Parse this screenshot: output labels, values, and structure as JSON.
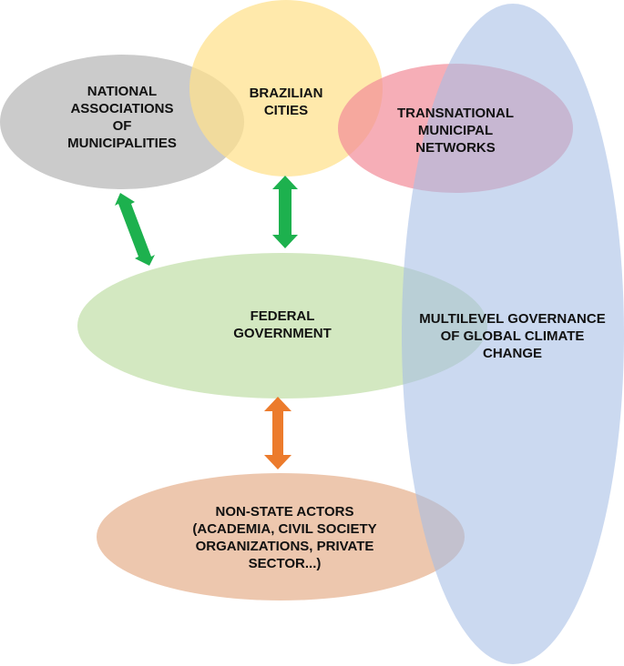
{
  "colors": {
    "background": "#ffffff",
    "text": "#111111",
    "national_fill": "#bfbfbf",
    "cities_fill": "#ffe08a",
    "transnational_fill": "#f28b99",
    "federal_fill": "#c9e3b3",
    "multilevel_fill": "#a6bde6",
    "nonstate_fill": "#e9b99a",
    "green_arrow": "#1db14e",
    "orange_arrow": "#ec7b2c"
  },
  "nodes": {
    "national": {
      "label": "NATIONAL\nASSOCIATIONS\nOF\nMUNICIPALITIES"
    },
    "cities": {
      "label": "BRAZILIAN\nCITIES"
    },
    "transnational": {
      "label": "TRANSNATIONAL\nMUNICIPAL\nNETWORKS"
    },
    "federal": {
      "label": "FEDERAL\nGOVERNMENT"
    },
    "multilevel": {
      "label": "MULTILEVEL GOVERNANCE\nOF GLOBAL CLIMATE\nCHANGE"
    },
    "nonstate": {
      "label": "NON-STATE ACTORS\n(ACADEMIA, CIVIL SOCIETY\nORGANIZATIONS, PRIVATE\nSECTOR...)"
    }
  },
  "connections": [
    {
      "from": "national",
      "to": "federal",
      "style": "green_arrow"
    },
    {
      "from": "cities",
      "to": "federal",
      "style": "green_arrow"
    },
    {
      "from": "federal",
      "to": "nonstate",
      "style": "orange_arrow"
    }
  ]
}
